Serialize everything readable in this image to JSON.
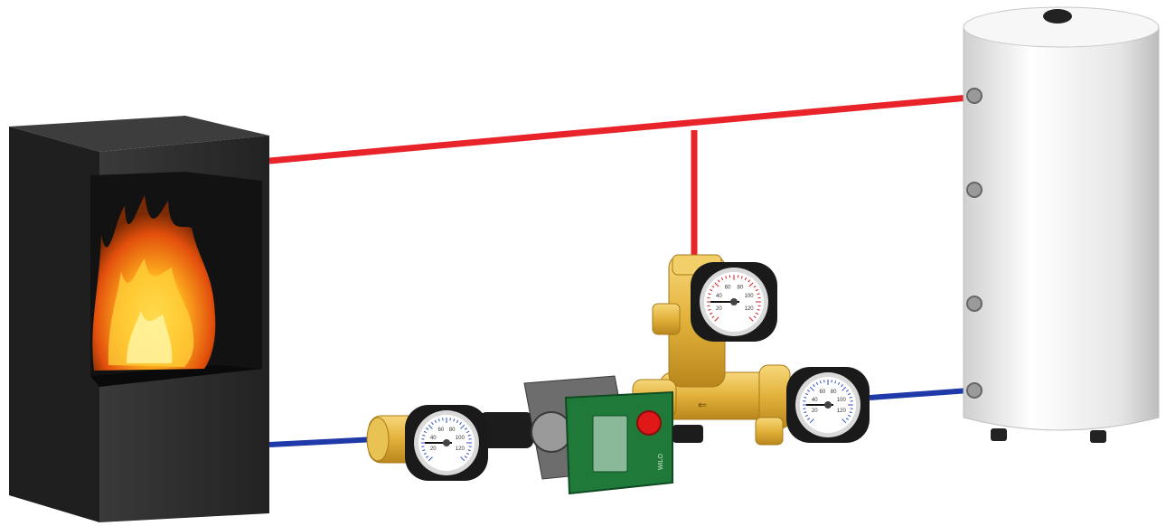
{
  "diagram": {
    "components": [
      {
        "id": "stove",
        "icon": "wood-stove-fireplace"
      },
      {
        "id": "storage-tank",
        "icon": "buffer-storage-tank"
      },
      {
        "id": "pump-group",
        "icon": "circulation-pump-assembly"
      },
      {
        "id": "mixing-valve",
        "icon": "thermal-mixing-valve"
      }
    ],
    "pipes": {
      "supply_color": "#e8232a",
      "return_color": "#1f3aa8"
    },
    "gauges": {
      "top": {
        "scale_color": "#d32020",
        "labels": [
          "20",
          "40",
          "60",
          "80",
          "100",
          "120"
        ]
      },
      "left": {
        "scale_color": "#2a4fc4",
        "labels": [
          "20",
          "40",
          "60",
          "80",
          "100",
          "120"
        ]
      },
      "right": {
        "scale_color": "#2a4fc4",
        "labels": [
          "20",
          "40",
          "60",
          "80",
          "100",
          "120"
        ]
      }
    },
    "pump": {
      "brand_text": "WILO",
      "housing_color": "#1f7a3a",
      "button_color": "#e01818"
    },
    "colors": {
      "stove_body": "#2b2b2b",
      "brass": "#e2b13a",
      "tank": "#f2f2f2"
    }
  }
}
